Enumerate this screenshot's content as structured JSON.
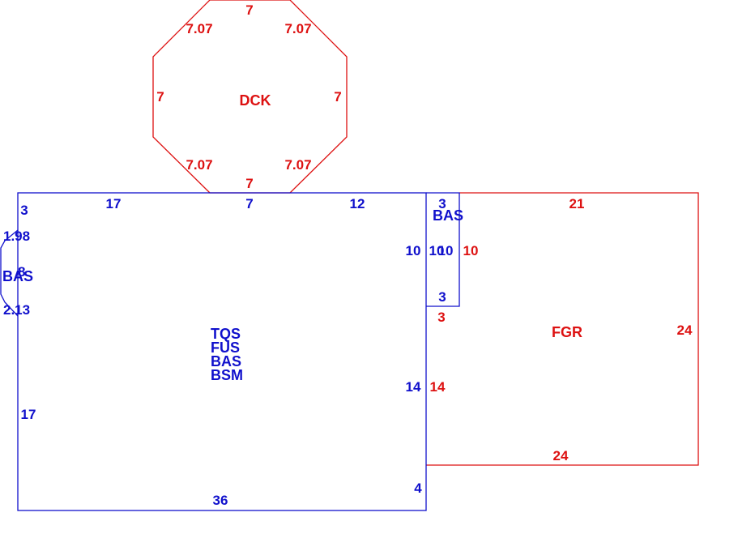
{
  "colors": {
    "main": "#1010cc",
    "aux": "#dd1111"
  },
  "deck": {
    "label": "DCK",
    "sides": [
      "7",
      "7.07",
      "7",
      "7.07",
      "7",
      "7.07",
      "7",
      "7.07"
    ]
  },
  "main_area": {
    "labels": [
      "TQS",
      "FUS",
      "BAS",
      "BSM"
    ],
    "dims": {
      "top_left": "17",
      "top_mid": "7",
      "top_right": "12",
      "left_top": "3",
      "left_bottom": "17",
      "right_upper": "10",
      "right_lower": "14",
      "bottom": "36",
      "bottom_right": "4"
    }
  },
  "left_bay": {
    "label": "BAS",
    "dims": {
      "top": "1.98",
      "mid": "8",
      "bottom": "2.13"
    }
  },
  "side_bay": {
    "label": "BAS",
    "dims": {
      "top": "3",
      "left": "10",
      "right": "10",
      "bottom": "3"
    }
  },
  "garage": {
    "label": "FGR",
    "dims": {
      "top": "21",
      "right": "24",
      "bottom": "24",
      "left_upper": "10",
      "left_small": "3",
      "left_lower": "14"
    }
  }
}
